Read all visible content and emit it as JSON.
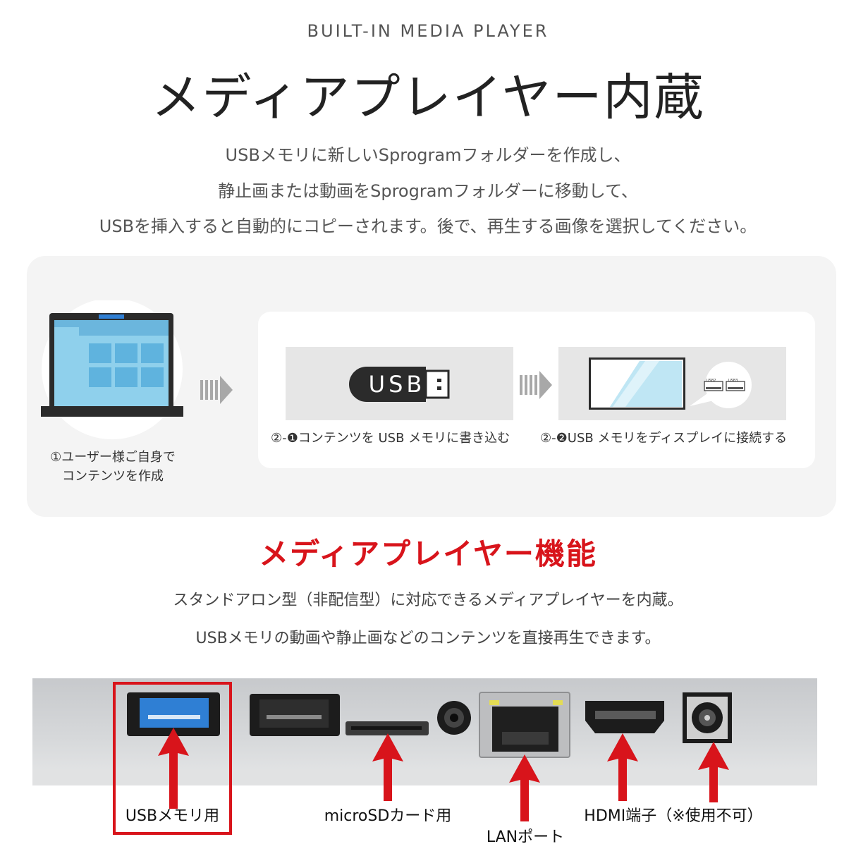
{
  "header": {
    "eyebrow": "BUILT-IN MEDIA PLAYER",
    "title": "メディアプレイヤー内蔵",
    "lines": [
      "USBメモリに新しいSprogramフォルダーを作成し、",
      "静止画または動画をSprogramフォルダーに移動して、",
      "USBを挿入すると自動的にコピーされます。後で、再生する画像を選択してください。"
    ]
  },
  "flow": {
    "step1_lines": [
      "①ユーザー様ご自身で",
      "コンテンツを作成"
    ],
    "usb_stick_label": "USB",
    "step2a": "②-❶コンテンツを USB メモリに書き込む",
    "step2b": "②-❷USB メモリをディスプレイに接続する",
    "port_labels": [
      "USB2",
      "USB3"
    ]
  },
  "features": {
    "title": "メディアプレイヤー機能",
    "lines": [
      "スタンドアロン型（非配信型）に対応できるメディアプレイヤーを内蔵。",
      "USBメモリの動画や静止画などのコンテンツを直接再生できます。"
    ]
  },
  "ports": {
    "usb": "USBメモリ用",
    "microsd": "microSDカード用",
    "lan": "LANポート",
    "hdmi": "HDMI端子（※使用不可）"
  },
  "colors": {
    "accent_red": "#d8141b",
    "usb_blue": "#2f7fd4",
    "laptop_screen": "#8fd0ec"
  }
}
